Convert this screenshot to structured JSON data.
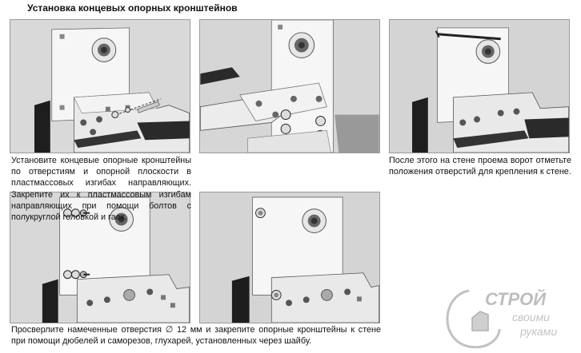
{
  "title": "Установка концевых опорных кронштейнов",
  "captions": {
    "step1": "Установите концевые опорные кронштейны по отверстиям и опорной плоскости в пластмассовых изгибах направляющих. Закрепите их к пластмассовым изгибам направляющих при помощи болтов с полукруглой головкой и гаек.",
    "step2": "После этого на стене проема ворот отметьте положения отверстий для крепления к стене.",
    "step3": "Просверлите намеченные отверстия ∅ 12 мм и закрепите опорные кронштейны к стене при помощи дюбелей и саморезов, глухарей, установленных через шайбу."
  },
  "logo": {
    "word1": "СТРОЙ",
    "word2": "своими",
    "word3": "руками"
  },
  "colors": {
    "panel_bg": "#d9d9d9",
    "bracket": "#f4f4f4",
    "dark": "#222222",
    "logo": "#b8b8b8"
  }
}
